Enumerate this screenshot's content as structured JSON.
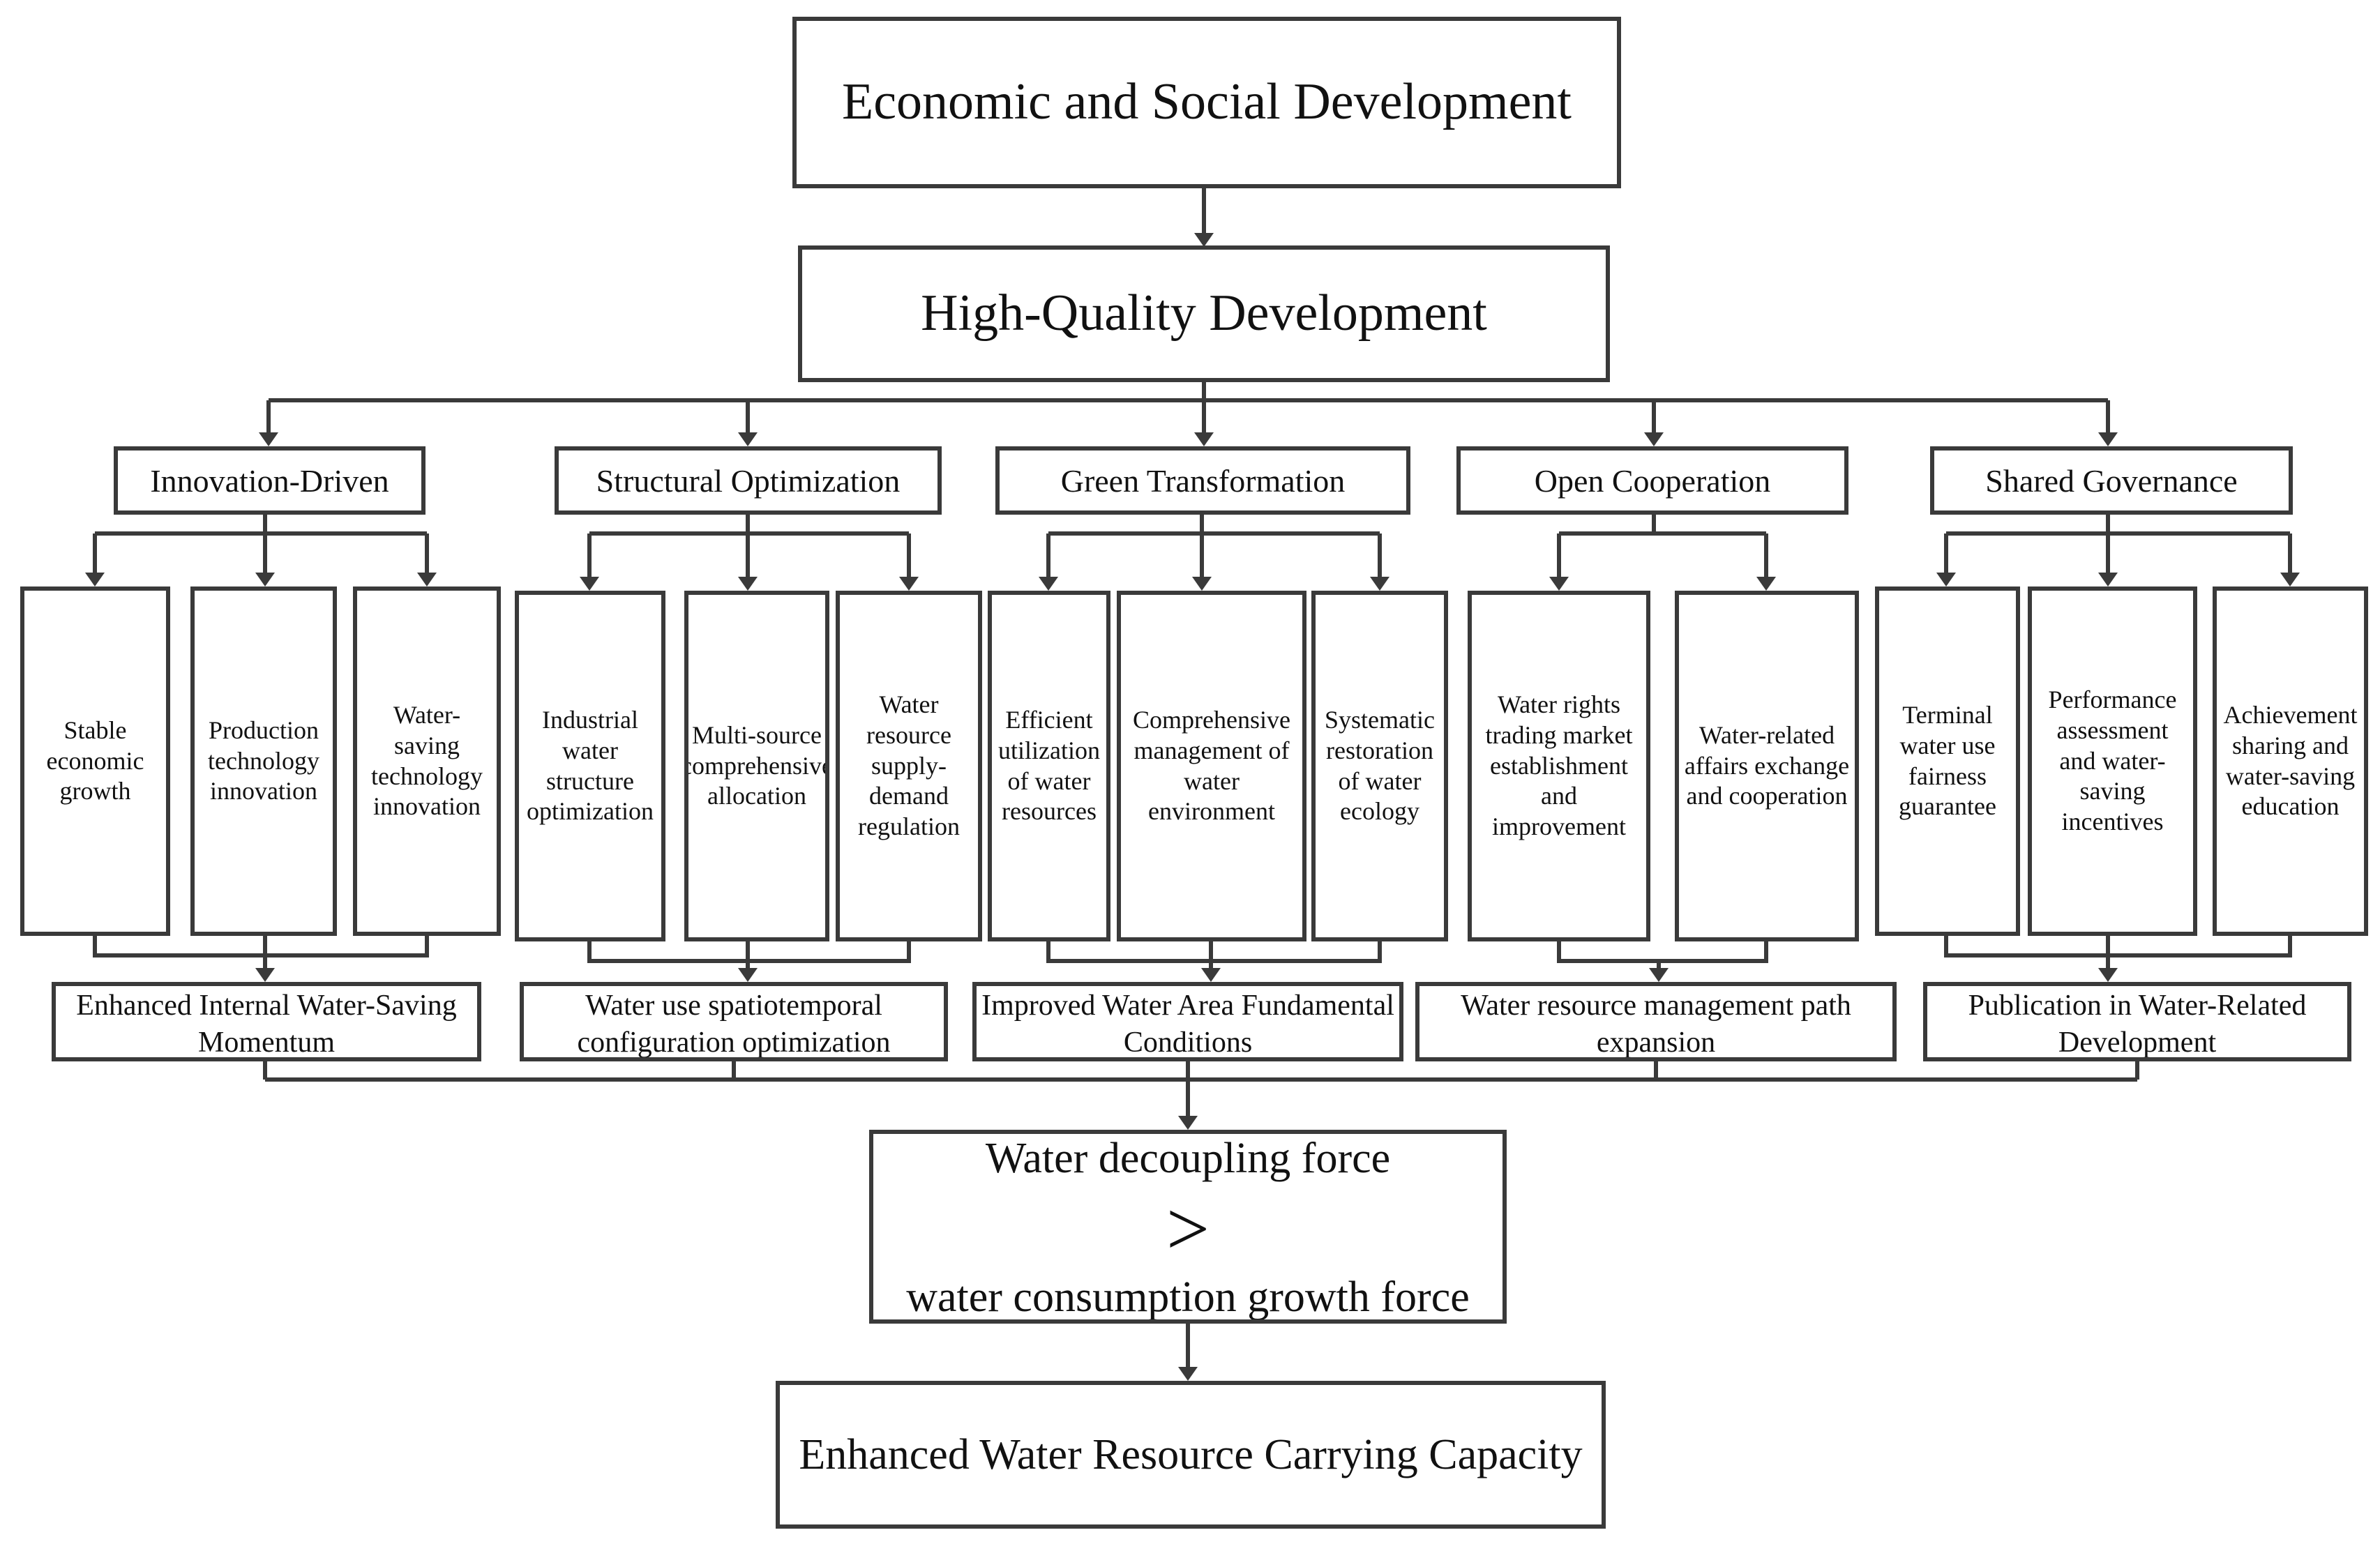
{
  "top": {
    "title": "Economic and Social Development"
  },
  "hq": {
    "title": "High-Quality Development"
  },
  "pillars": [
    {
      "label": "Innovation-Driven",
      "subs": [
        "Stable economic growth",
        "Production technology innovation",
        "Water-saving technology innovation"
      ],
      "output": "Enhanced Internal Water-Saving Momentum"
    },
    {
      "label": "Structural Optimization",
      "subs": [
        "Industrial water structure optimization",
        "Multi-source comprehensive allocation",
        "Water resource supply-demand regulation"
      ],
      "output": "Water use spatiotemporal configuration optimization"
    },
    {
      "label": "Green Transformation",
      "subs": [
        "Efficient utilization of water resources",
        "Comprehensive management of water environment",
        "Systematic restoration of water ecology"
      ],
      "output": "Improved Water Area Fundamental Conditions"
    },
    {
      "label": "Open Cooperation",
      "subs": [
        "Water rights trading market establishment and improvement",
        "Water-related affairs exchange and cooperation"
      ],
      "output": "Water resource management path expansion"
    },
    {
      "label": "Shared Governance",
      "subs": [
        "Terminal water use fairness guarantee",
        "Performance assessment and water-saving incentives",
        "Achievement sharing and water-saving education"
      ],
      "output": "Publication in Water-Related Development"
    }
  ],
  "decoupling": {
    "line1": "Water decoupling force",
    "symbol": ">",
    "line2": "water consumption growth force"
  },
  "final": {
    "title": "Enhanced Water Resource Carrying Capacity"
  }
}
